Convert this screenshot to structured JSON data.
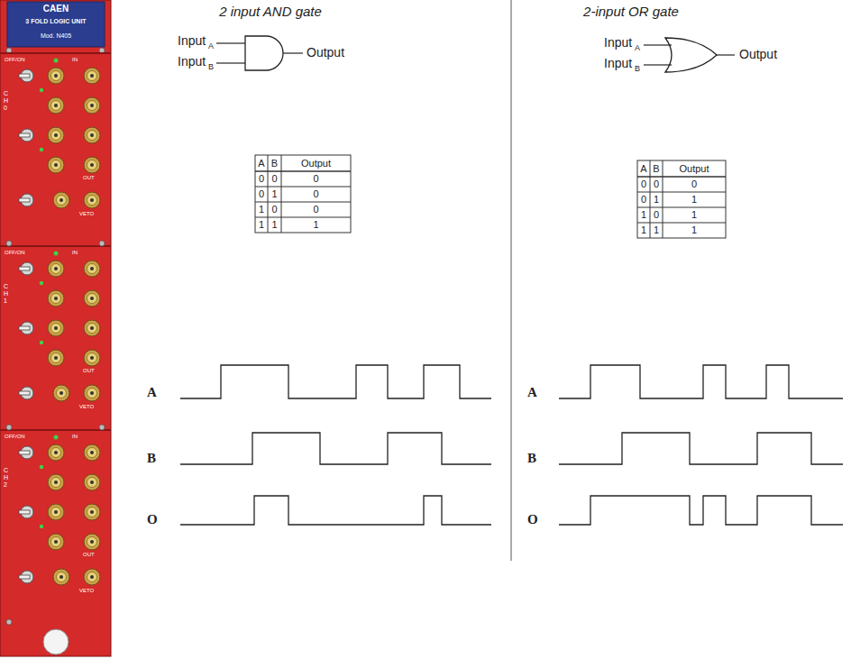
{
  "diagram": {
    "labels": [
      "CAEN",
      "3 FOLD LOGIC UNIT",
      "Mod. N405",
      "OFF/ON",
      "IN",
      "CH 0",
      "OUT",
      "VETO",
      "OFF/ON",
      "IN",
      "CH 1",
      "OUT",
      "VETO",
      "OFF/ON",
      "IN",
      "CH 2",
      "OUT",
      "VETO",
      "2 input AND gate",
      "Input",
      "A",
      "Input",
      "B",
      "Output",
      "A",
      "B",
      "Output",
      "0",
      "0",
      "0",
      "0",
      "1",
      "0",
      "1",
      "0",
      "0",
      "1",
      "1",
      "1",
      "A",
      "B",
      "O",
      "2-input OR gate",
      "Input",
      "A",
      "Input",
      "B",
      "Output",
      "A",
      "B",
      "Output",
      "0",
      "0",
      "0",
      "0",
      "1",
      "1",
      "1",
      "0",
      "1",
      "1",
      "1",
      "1",
      "A",
      "B",
      "O"
    ]
  }
}
